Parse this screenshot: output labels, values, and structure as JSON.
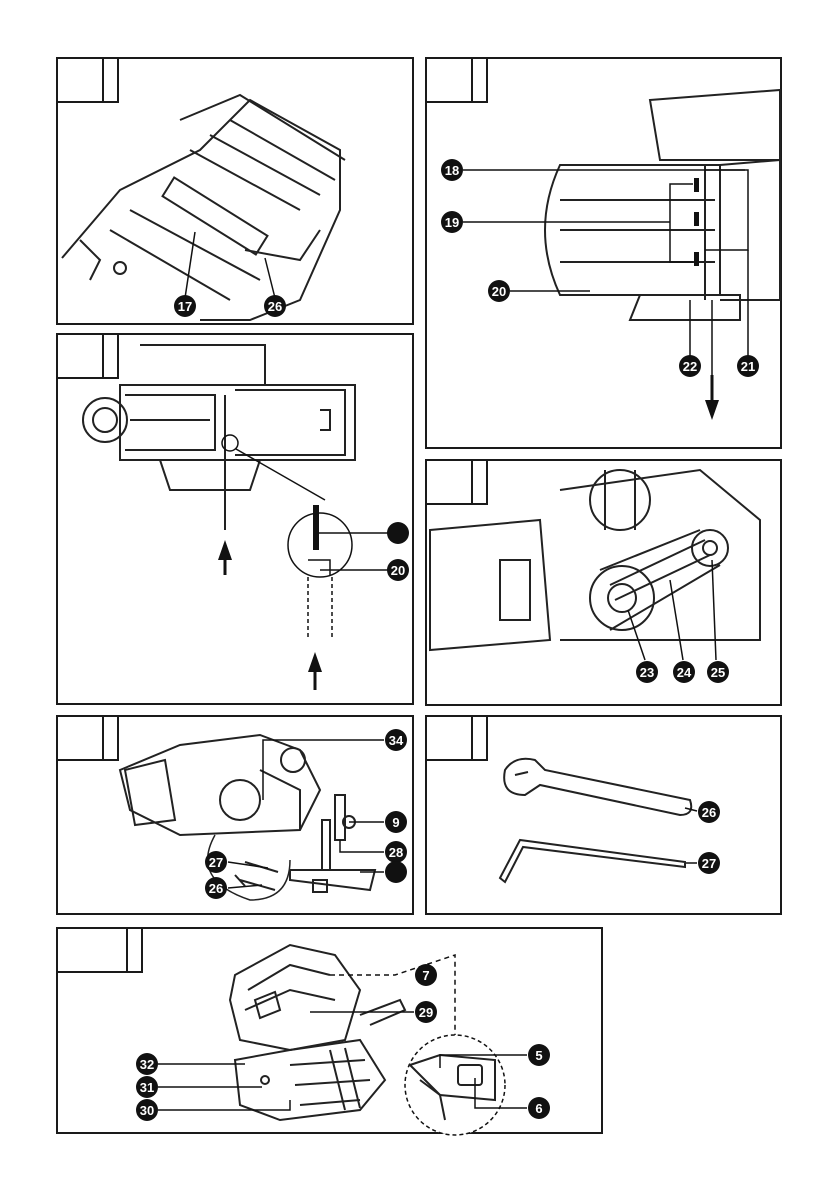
{
  "figure": {
    "panel_a": {
      "callouts": [
        "17",
        "26"
      ]
    },
    "panel_b": {
      "callouts": [
        "18",
        "19",
        "20",
        "21",
        "22"
      ]
    },
    "panel_c": {
      "callouts": [
        "",
        "20"
      ]
    },
    "panel_d": {
      "callouts": [
        "23",
        "24",
        "25"
      ]
    },
    "panel_e": {
      "callouts": [
        "34",
        "9",
        "28",
        "27",
        "26",
        ""
      ]
    },
    "panel_f": {
      "callouts": [
        "26",
        "27"
      ]
    },
    "panel_g": {
      "callouts": [
        "7",
        "29",
        "5",
        "32",
        "31",
        "30",
        "6"
      ]
    }
  }
}
